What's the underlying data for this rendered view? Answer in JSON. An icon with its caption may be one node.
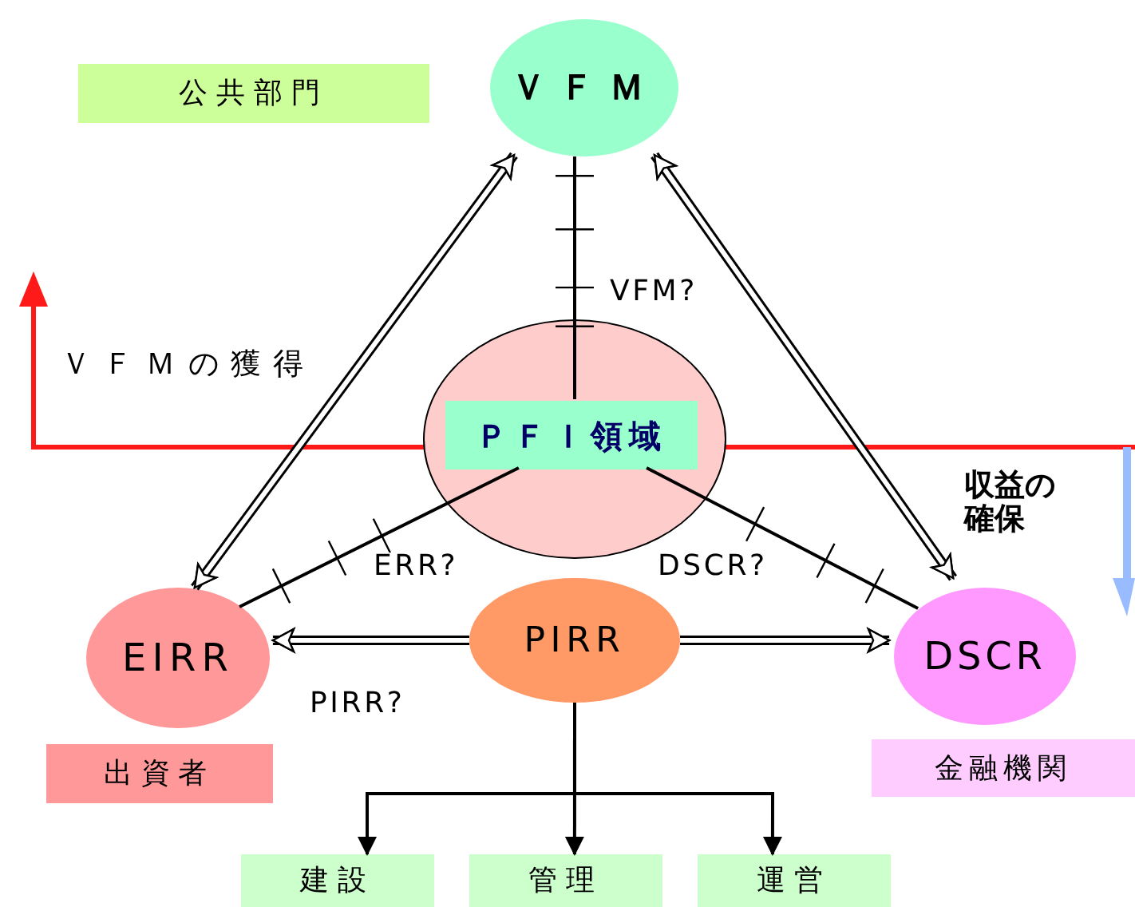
{
  "diagram": {
    "nodes": [
      {
        "text": [
          "公共部門"
        ]
      },
      {
        "text": [
          "ＶＦＭ"
        ]
      },
      {
        "text": [],
        "shape": "circle"
      },
      {
        "text": [
          "ＰＦＩ領域"
        ],
        "in": 2
      },
      {
        "text": [
          "EIRR"
        ]
      },
      {
        "text": [
          "PIRR"
        ]
      },
      {
        "text": [
          "DSCR"
        ]
      },
      {
        "text": [
          "出資者"
        ]
      },
      {
        "text": [
          "金融機関"
        ]
      },
      {
        "text": [
          "建設"
        ]
      },
      {
        "text": [
          "管理"
        ]
      },
      {
        "text": [
          "運営"
        ]
      }
    ],
    "edges": [
      {
        "from": 4,
        "to": 1,
        "arrow": "both",
        "style": "thick"
      },
      {
        "from": 6,
        "to": 1,
        "arrow": "both",
        "style": "thick"
      },
      {
        "from": 1,
        "to": 3,
        "arrow": "none",
        "label": "VFM?"
      },
      {
        "from": 4,
        "to": 3,
        "arrow": "none",
        "label": "ERR?"
      },
      {
        "from": 6,
        "to": 3,
        "arrow": "none",
        "label": "DSCR?"
      },
      {
        "from": 5,
        "to": 4,
        "arrow": "to",
        "style": "thick",
        "label": "PIRR?"
      },
      {
        "from": 5,
        "to": 6,
        "arrow": "to",
        "style": "thick"
      },
      {
        "from": 5,
        "to": 9,
        "arrow": "to"
      },
      {
        "from": 5,
        "to": 10,
        "arrow": "to"
      },
      {
        "from": 5,
        "to": 11,
        "arrow": "to"
      }
    ],
    "labels": [
      "ＶＦＭの獲得",
      "収益の確保"
    ]
  }
}
